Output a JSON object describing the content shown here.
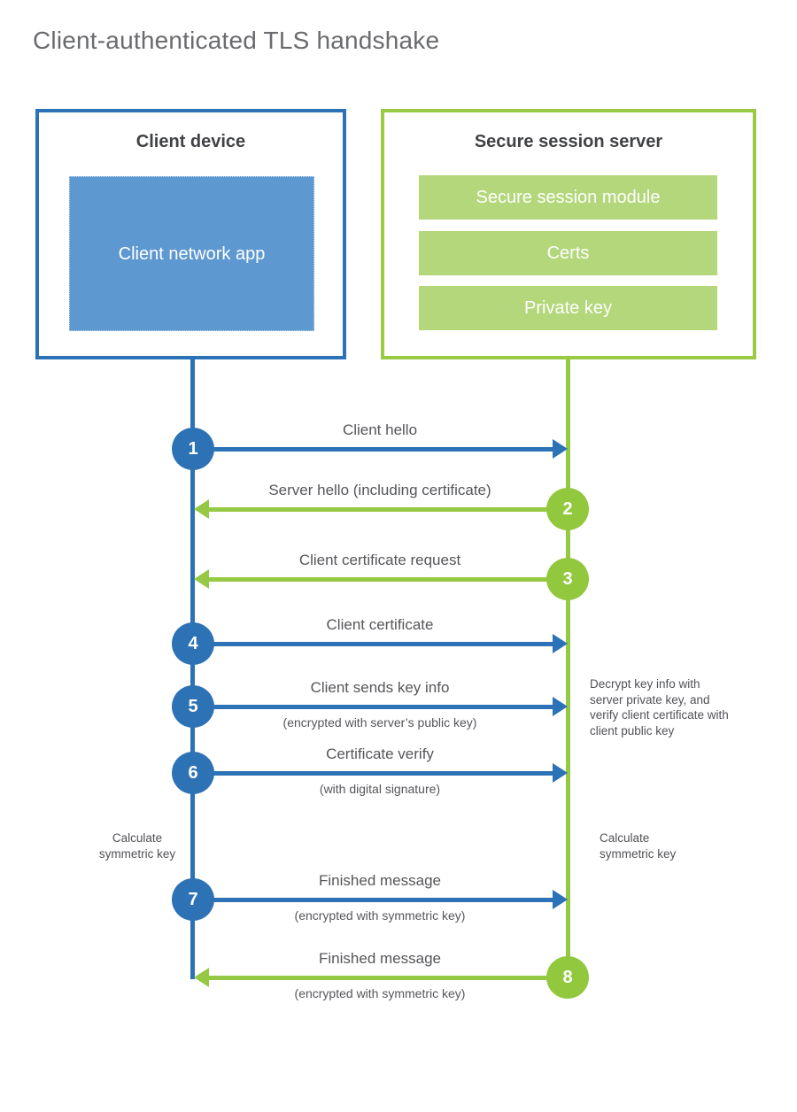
{
  "title": "Client-authenticated TLS handshake",
  "colors": {
    "blue": "#2b72b6",
    "blue_fill": "#5d98d1",
    "green": "#95c843",
    "green_fill": "#b3d77a",
    "text_dark": "#414245",
    "text_gray": "#55565a"
  },
  "client": {
    "title": "Client device",
    "app_label": "Client network app"
  },
  "server": {
    "title": "Secure session server",
    "modules": [
      "Secure session module",
      "Certs",
      "Private key"
    ]
  },
  "messages": [
    {
      "num": "1",
      "label": "Client hello",
      "direction": "right",
      "color": "blue"
    },
    {
      "num": "2",
      "label": "Server hello (including certificate)",
      "direction": "left",
      "color": "green"
    },
    {
      "num": "3",
      "label": "Client certificate request",
      "direction": "left",
      "color": "green"
    },
    {
      "num": "4",
      "label": "Client certificate",
      "direction": "right",
      "color": "blue"
    },
    {
      "num": "5",
      "label": "Client sends key info",
      "sub": "(encrypted with server’s public key)",
      "direction": "right",
      "color": "blue"
    },
    {
      "num": "6",
      "label": "Certificate verify",
      "sub": "(with digital signature)",
      "direction": "right",
      "color": "blue"
    },
    {
      "num": "7",
      "label": "Finished message",
      "sub": "(encrypted with symmetric key)",
      "direction": "right",
      "color": "blue"
    },
    {
      "num": "8",
      "label": "Finished message",
      "sub": "(encrypted with symmetric key)",
      "direction": "left",
      "color": "green"
    }
  ],
  "annotations": {
    "decrypt_note": "Decrypt key info with server private key, and verify client certificate with client public key",
    "calc_left": "Calculate symmetric key",
    "calc_right": "Calculate symmetric key"
  }
}
